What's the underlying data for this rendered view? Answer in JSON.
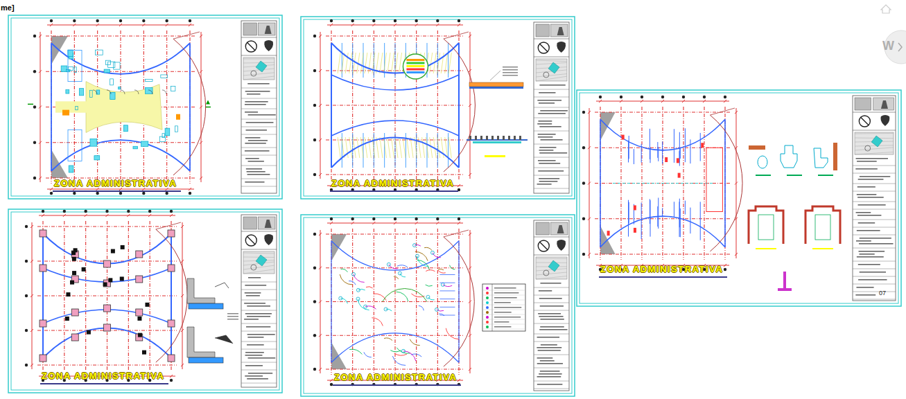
{
  "diagram": {
    "nodes": [
      {
        "text": [
          "ZONA ADMINISTRATIVA"
        ]
      },
      {
        "text": [
          "ZONA ADMINISTRATIVA"
        ]
      },
      {
        "text": [
          "ZONA ADMINISTRATIVA"
        ]
      },
      {
        "text": [
          "ZONA ADMINISTRATIVA"
        ]
      },
      {
        "text": [
          "ZONA ADMINISTRATIVA"
        ]
      }
    ],
    "labels": [
      "me]",
      "07",
      "W"
    ]
  }
}
